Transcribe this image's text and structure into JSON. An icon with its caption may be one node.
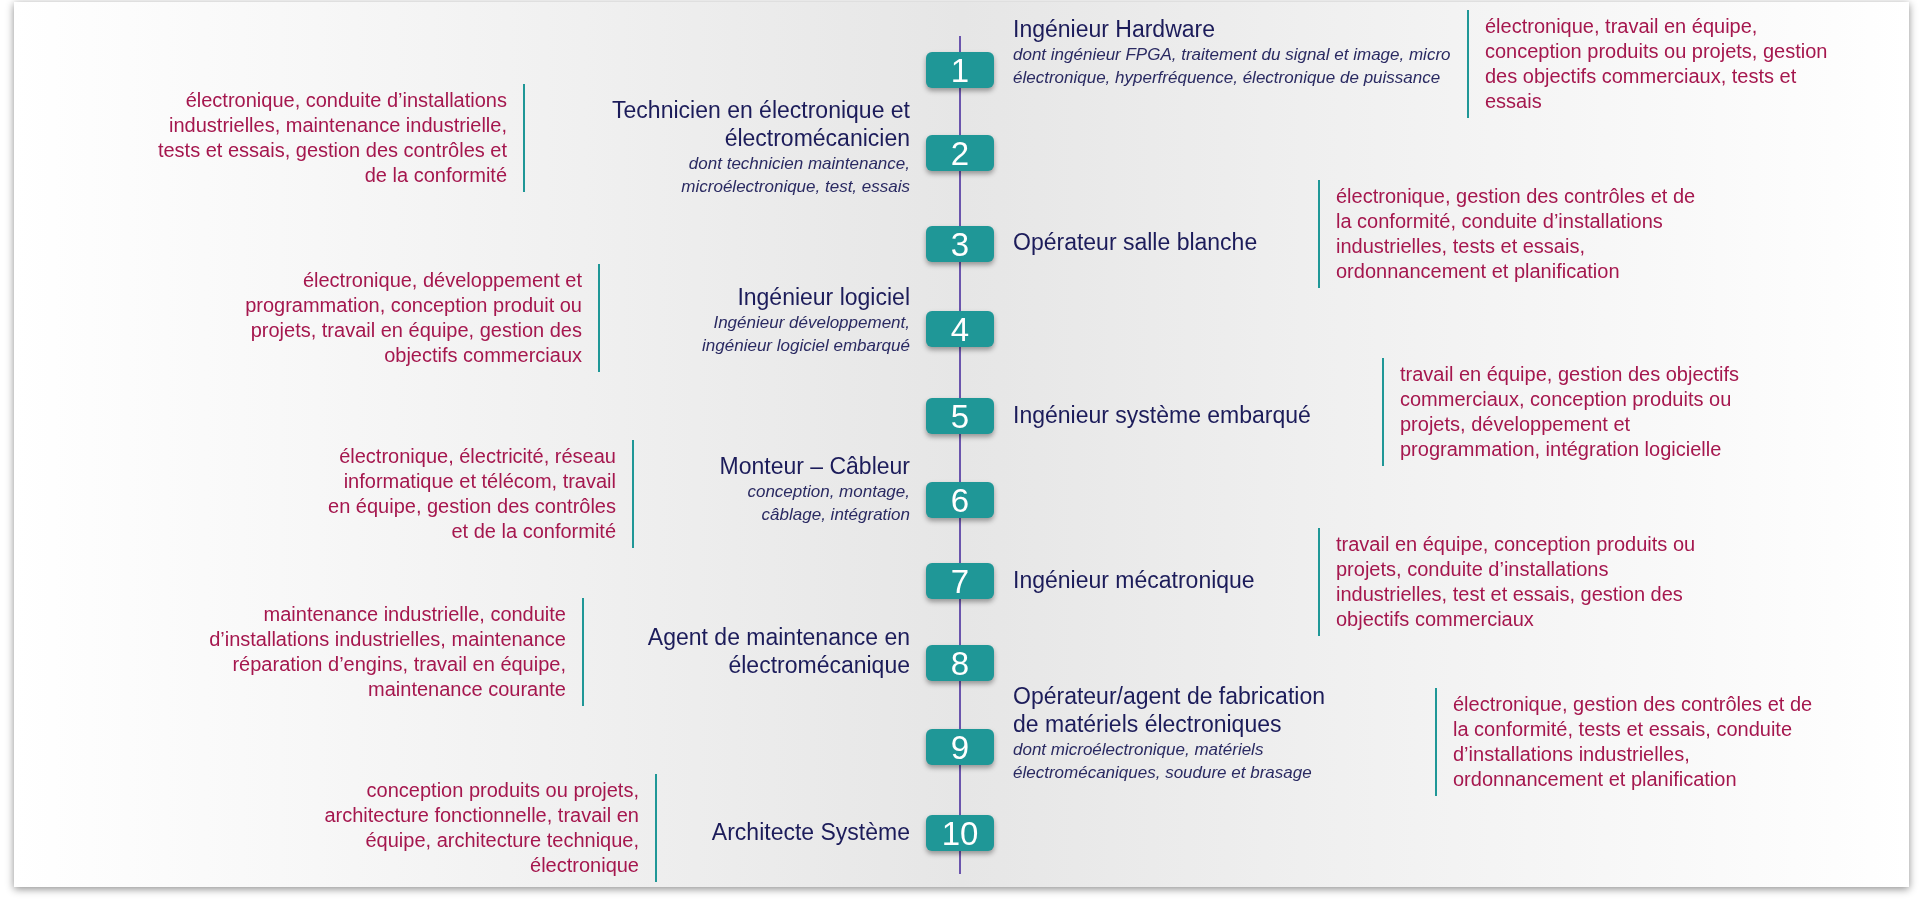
{
  "diagram": {
    "nodes": [
      {
        "text": [
          "1"
        ]
      },
      {
        "text": [
          "Ingénieur Hardware",
          "dont ingénieur FPGA, traitement du signal et image, micro électronique, hyperfréquence, électronique de puissance",
          "électronique, travail en équipe, conception produits ou projets, gestion des objectifs commerciaux, tests et essais"
        ]
      },
      {
        "text": [
          "2"
        ]
      },
      {
        "text": [
          "électronique, conduite d’installations industrielles, maintenance industrielle, tests et essais, gestion des contrôles et de la conformité",
          "Technicien en électronique et électromécanicien",
          "dont technicien maintenance, microélectronique, test, essais"
        ]
      },
      {
        "text": [
          "3"
        ]
      },
      {
        "text": [
          "Opérateur salle blanche",
          "électronique, gestion des contrôles et de la conformité, conduite d’installations industrielles, tests et essais, ordonnancement et planification"
        ]
      },
      {
        "text": [
          "4"
        ]
      },
      {
        "text": [
          "électronique, développement et programmation, conception produit ou projets, travail en équipe, gestion des objectifs commerciaux",
          "Ingénieur logiciel",
          "Ingénieur développement, ingénieur logiciel embarqué"
        ]
      },
      {
        "text": [
          "5"
        ]
      },
      {
        "text": [
          "Ingénieur système embarqué",
          "travail en équipe, gestion des objectifs commerciaux, conception produits ou projets, développement et programmation, intégration logicielle"
        ]
      },
      {
        "text": [
          "6"
        ]
      },
      {
        "text": [
          "électronique, électricité, réseau informatique et télécom, travail en équipe, gestion des contrôles et de la conformité",
          "Monteur – Câbleur",
          "conception, montage, câblage, intégration"
        ]
      },
      {
        "text": [
          "7"
        ]
      },
      {
        "text": [
          "Ingénieur mécatronique",
          "travail en équipe, conception produits ou projets, conduite d’installations industrielles, test et essais, gestion des objectifs commerciaux"
        ]
      },
      {
        "text": [
          "8"
        ]
      },
      {
        "text": [
          "maintenance industrielle, conduite d’installations industrielles, maintenance réparation d’engins, travail en équipe, maintenance courante",
          "Agent de maintenance en électromécanique"
        ]
      },
      {
        "text": [
          "9"
        ]
      },
      {
        "text": [
          "Opérateur/agent de fabrication de matériels électroniques",
          "dont microélectronique, matériels électromécaniques, soudure et brasage",
          "électronique, gestion des contrôles et de la conformité, tests et essais, conduite d’installations industrielles, ordonnancement et planification"
        ]
      },
      {
        "text": [
          "10"
        ]
      },
      {
        "text": [
          "conception produits ou projets, architecture fonctionnelle, travail en équipe, architecture technique, électronique",
          "Architecte Système"
        ]
      }
    ]
  }
}
